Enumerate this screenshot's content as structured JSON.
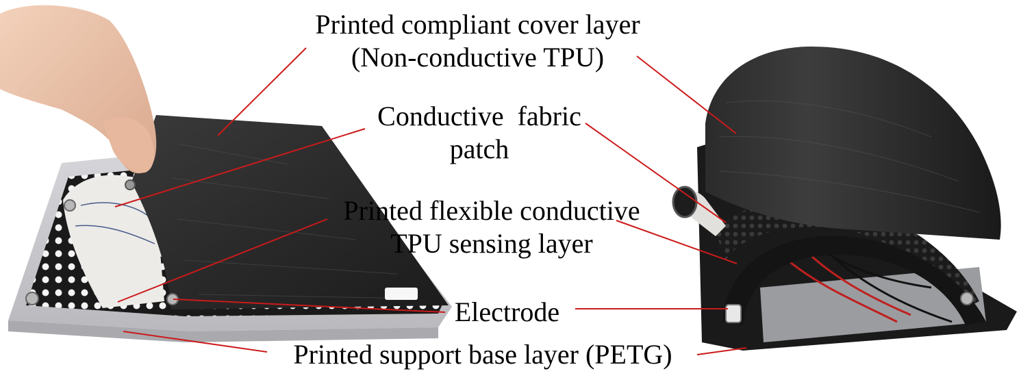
{
  "labels": {
    "cover_line1": "Printed compliant cover layer",
    "cover_line2": "(Non-conductive TPU)",
    "fabric_line1": "Conductive  fabric",
    "fabric_line2": "patch",
    "sensing_line1": "Printed flexible conductive",
    "sensing_line2": "TPU sensing layer",
    "electrode": "Electrode",
    "base": "Printed support base layer (PETG)"
  },
  "colors": {
    "leader_line": "#cc1a1a",
    "text": "#000000",
    "background": "#ffffff"
  }
}
